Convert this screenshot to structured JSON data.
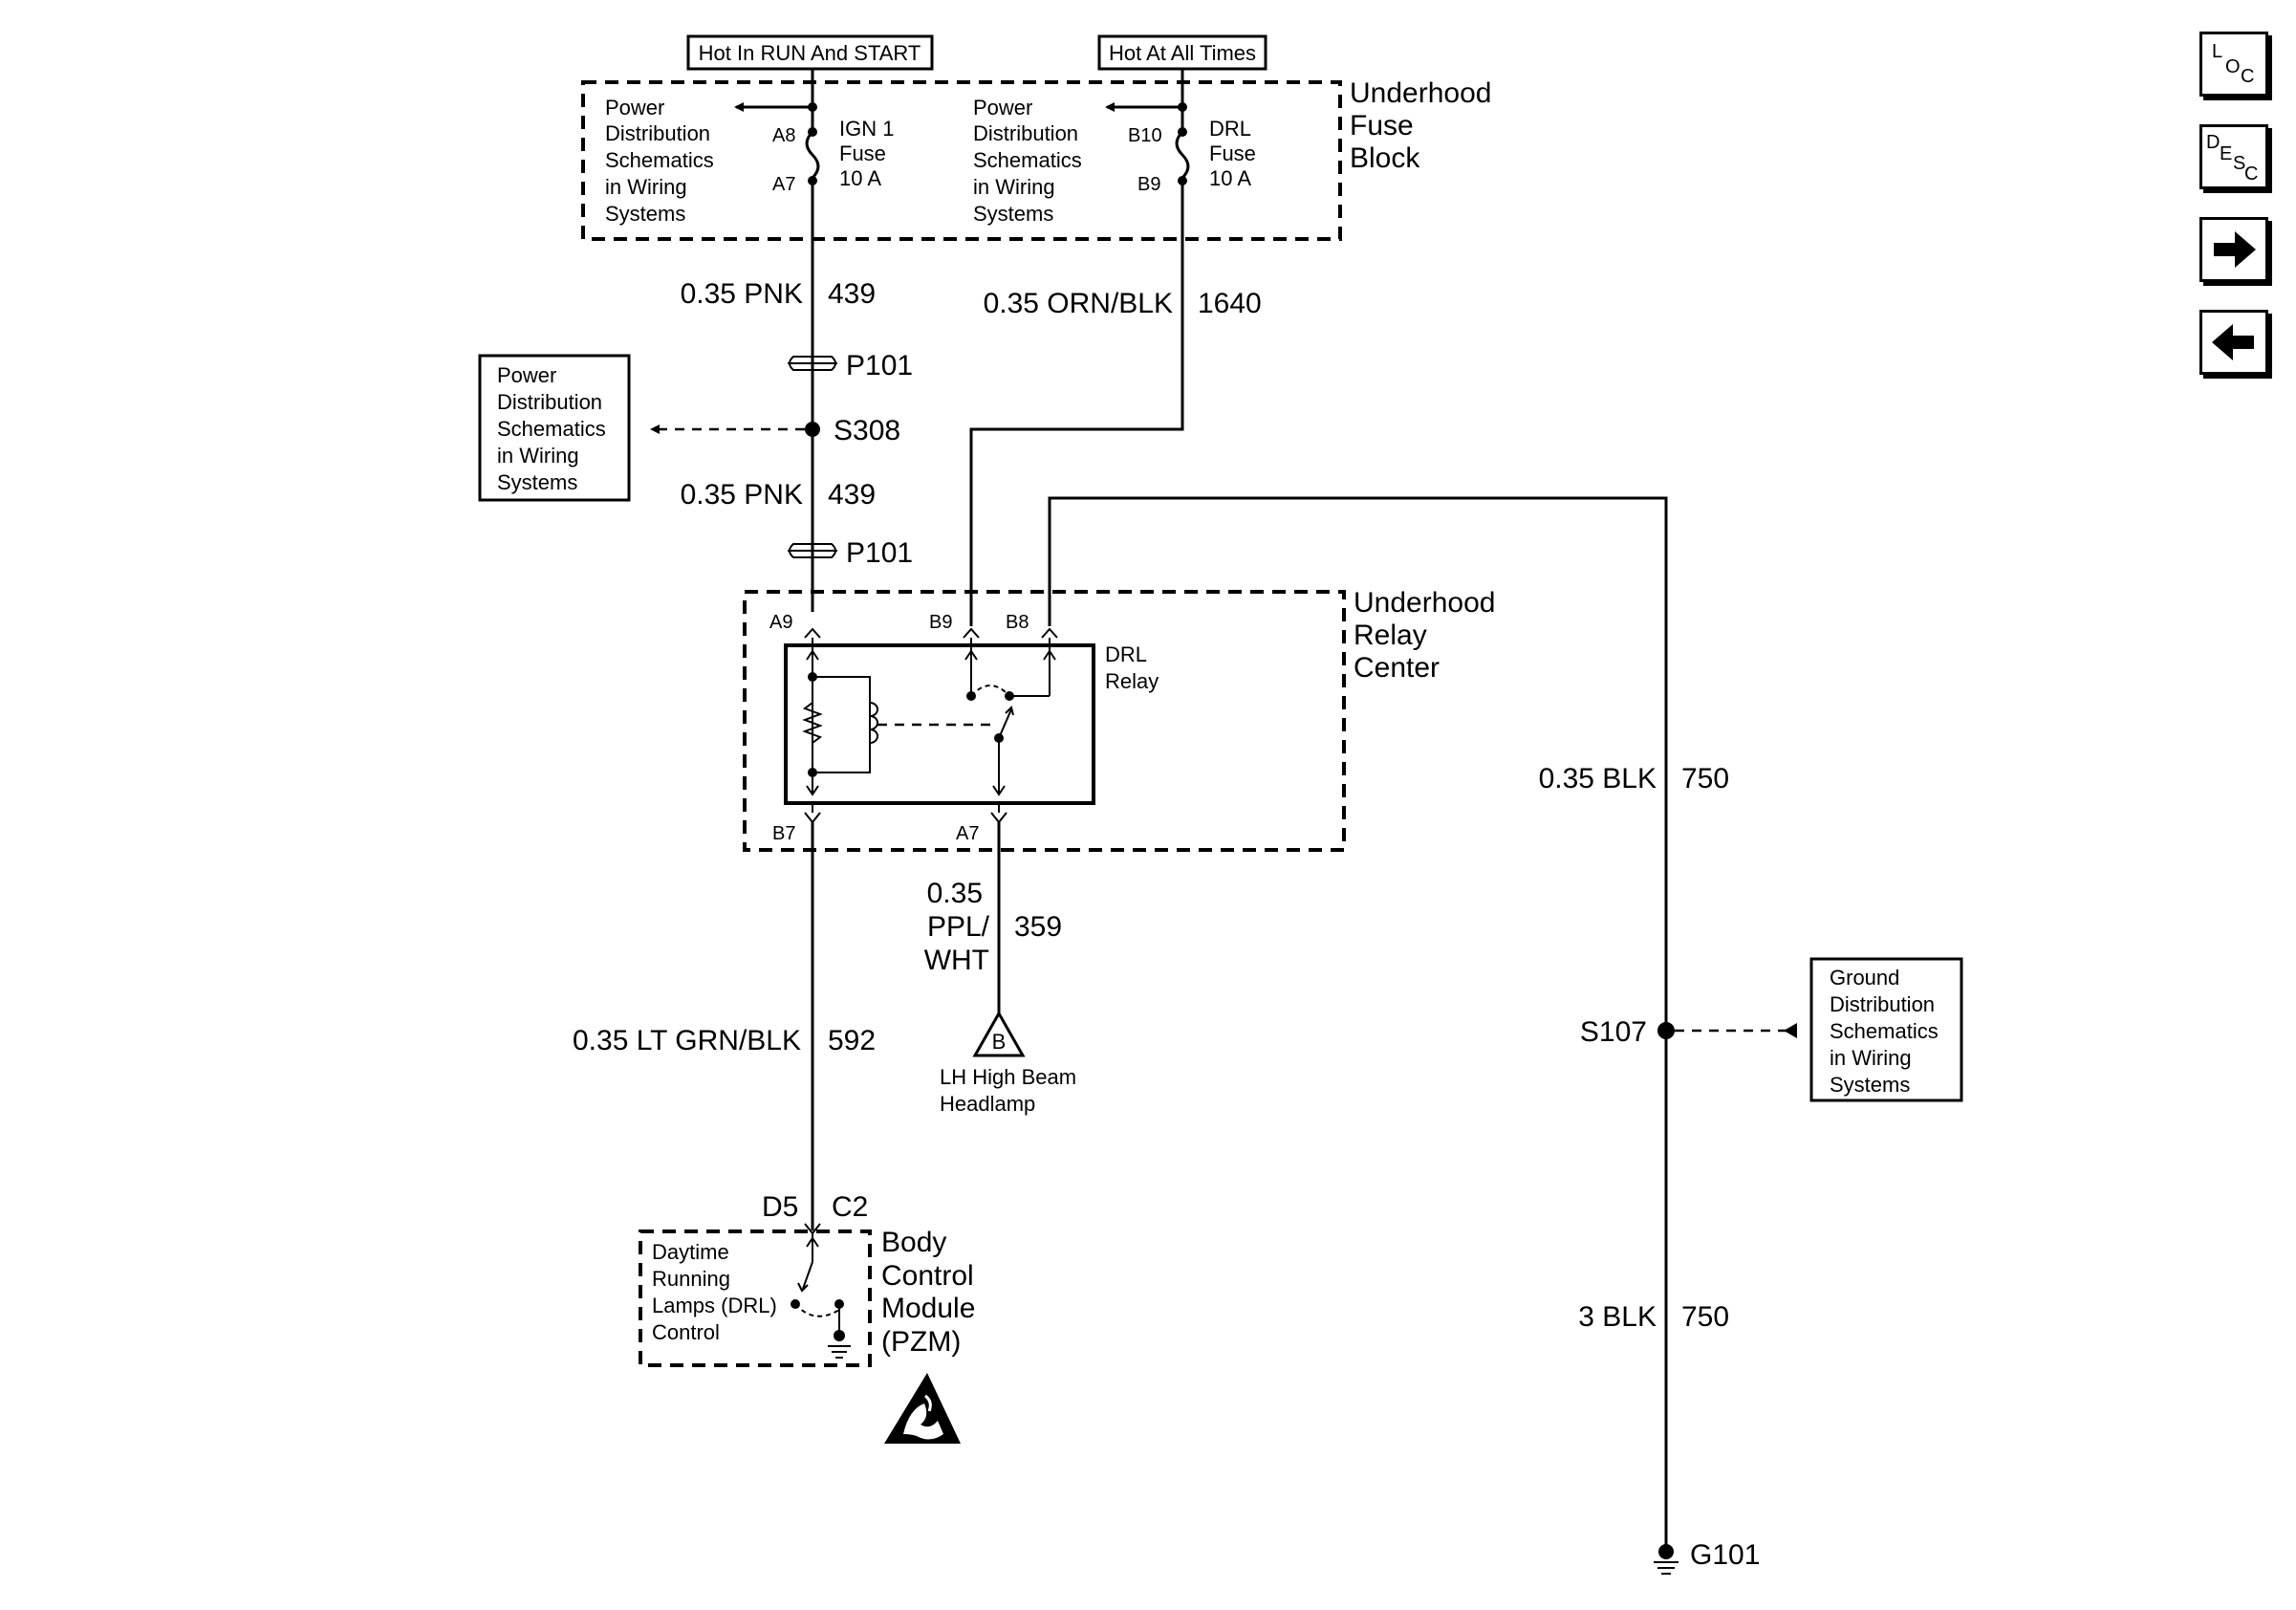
{
  "labels": {
    "hot_run_start": "Hot In RUN And START",
    "hot_all_times": "Hot At All Times",
    "underhood_fuse_block": [
      "Underhood",
      "Fuse",
      "Block"
    ],
    "power_dist_ref": [
      "Power",
      "Distribution",
      "Schematics",
      "in Wiring",
      "Systems"
    ],
    "ground_dist_ref": [
      "Ground",
      "Distribution",
      "Schematics",
      "in Wiring",
      "Systems"
    ],
    "fuse_ign": [
      "IGN 1",
      "Fuse",
      "10 A"
    ],
    "fuse_drl": [
      "DRL",
      "Fuse",
      "10 A"
    ],
    "underhood_relay_center": [
      "Underhood",
      "Relay",
      "Center"
    ],
    "drl_relay": [
      "DRL",
      "Relay"
    ],
    "bcm_title": [
      "Body",
      "Control",
      "Module",
      "(PZM)"
    ],
    "bcm_inner": [
      "Daytime",
      "Running",
      "Lamps (DRL)",
      "Control"
    ],
    "headlamp": [
      "LH High Beam",
      "Headlamp"
    ],
    "headlamp_ref": "B"
  },
  "pins": {
    "A8": "A8",
    "A7_fuse": "A7",
    "B10": "B10",
    "B9_fuse": "B9",
    "A9": "A9",
    "B9_relay": "B9",
    "B8": "B8",
    "B7": "B7",
    "A7_relay": "A7",
    "D5": "D5",
    "C2": "C2"
  },
  "wires": {
    "pnk_upper": {
      "gauge": "0.35 PNK",
      "circuit": "439"
    },
    "pnk_lower": {
      "gauge": "0.35 PNK",
      "circuit": "439"
    },
    "orn_blk": {
      "gauge": "0.35 ORN/BLK",
      "circuit": "1640"
    },
    "blk_upper": {
      "gauge": "0.35 BLK",
      "circuit": "750"
    },
    "ppl_wht": {
      "gauge": [
        "0.35",
        "PPL/",
        "WHT"
      ],
      "circuit": "359"
    },
    "lt_grn_blk": {
      "gauge": "0.35 LT GRN/BLK",
      "circuit": "592"
    },
    "blk_lower": {
      "gauge": "3 BLK",
      "circuit": "750"
    }
  },
  "connectors": {
    "p101_upper": "P101",
    "p101_lower": "P101",
    "s308": "S308",
    "s107": "S107",
    "g101": "G101"
  },
  "nav": {
    "loc": [
      "L",
      "O",
      "C"
    ],
    "desc": [
      "D",
      "E",
      "S",
      "C"
    ]
  }
}
